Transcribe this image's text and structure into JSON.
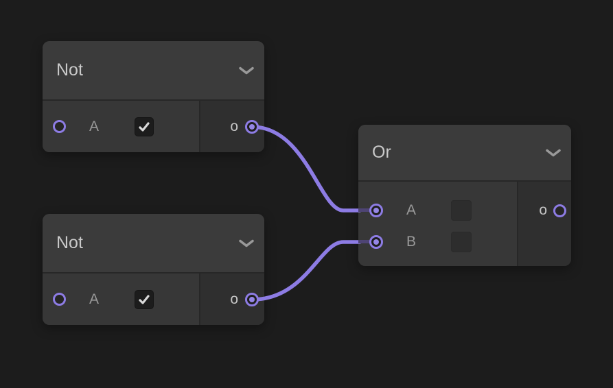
{
  "editor": {
    "background_color": "#1c1c1c",
    "accent_color": "#8d7ce4",
    "wire_color": "#8d7ce4"
  },
  "nodes": {
    "not1": {
      "title": "Not",
      "header_icon": "chevron-down-icon",
      "inputs": [
        {
          "label": "A",
          "control": "checkbox",
          "checked": true,
          "connected": false
        }
      ],
      "outputs": [
        {
          "label": "o",
          "connected": true
        }
      ]
    },
    "not2": {
      "title": "Not",
      "header_icon": "chevron-down-icon",
      "inputs": [
        {
          "label": "A",
          "control": "checkbox",
          "checked": true,
          "connected": false
        }
      ],
      "outputs": [
        {
          "label": "o",
          "connected": true
        }
      ]
    },
    "or1": {
      "title": "Or",
      "header_icon": "chevron-down-icon",
      "inputs": [
        {
          "label": "A",
          "control": "value-box",
          "checked": false,
          "connected": true
        },
        {
          "label": "B",
          "control": "value-box",
          "checked": false,
          "connected": true
        }
      ],
      "outputs": [
        {
          "label": "o",
          "connected": false
        }
      ]
    }
  },
  "connections": [
    {
      "from": "not1.o",
      "to": "or1.A"
    },
    {
      "from": "not2.o",
      "to": "or1.B"
    }
  ]
}
